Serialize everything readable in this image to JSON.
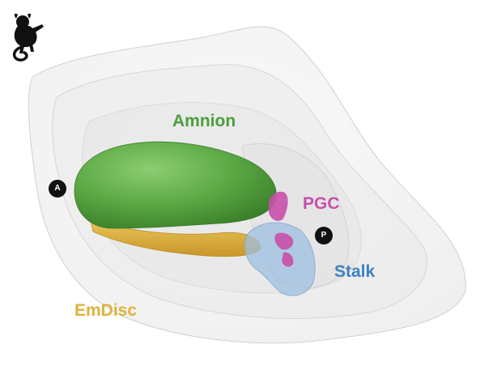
{
  "labels": {
    "amnion": "Amnion",
    "pgc": "PGC",
    "stalk": "Stalk",
    "emdisc": "EmDisc"
  },
  "markers": {
    "anterior": "A",
    "posterior": "P"
  },
  "icons": {
    "logo": "marmoset-icon"
  },
  "colors": {
    "amnion": "#4c9e3a",
    "pgc": "#c94fa8",
    "stalk": "#3b82c4",
    "emdisc": "#e0b23c",
    "marker": "#111111"
  }
}
